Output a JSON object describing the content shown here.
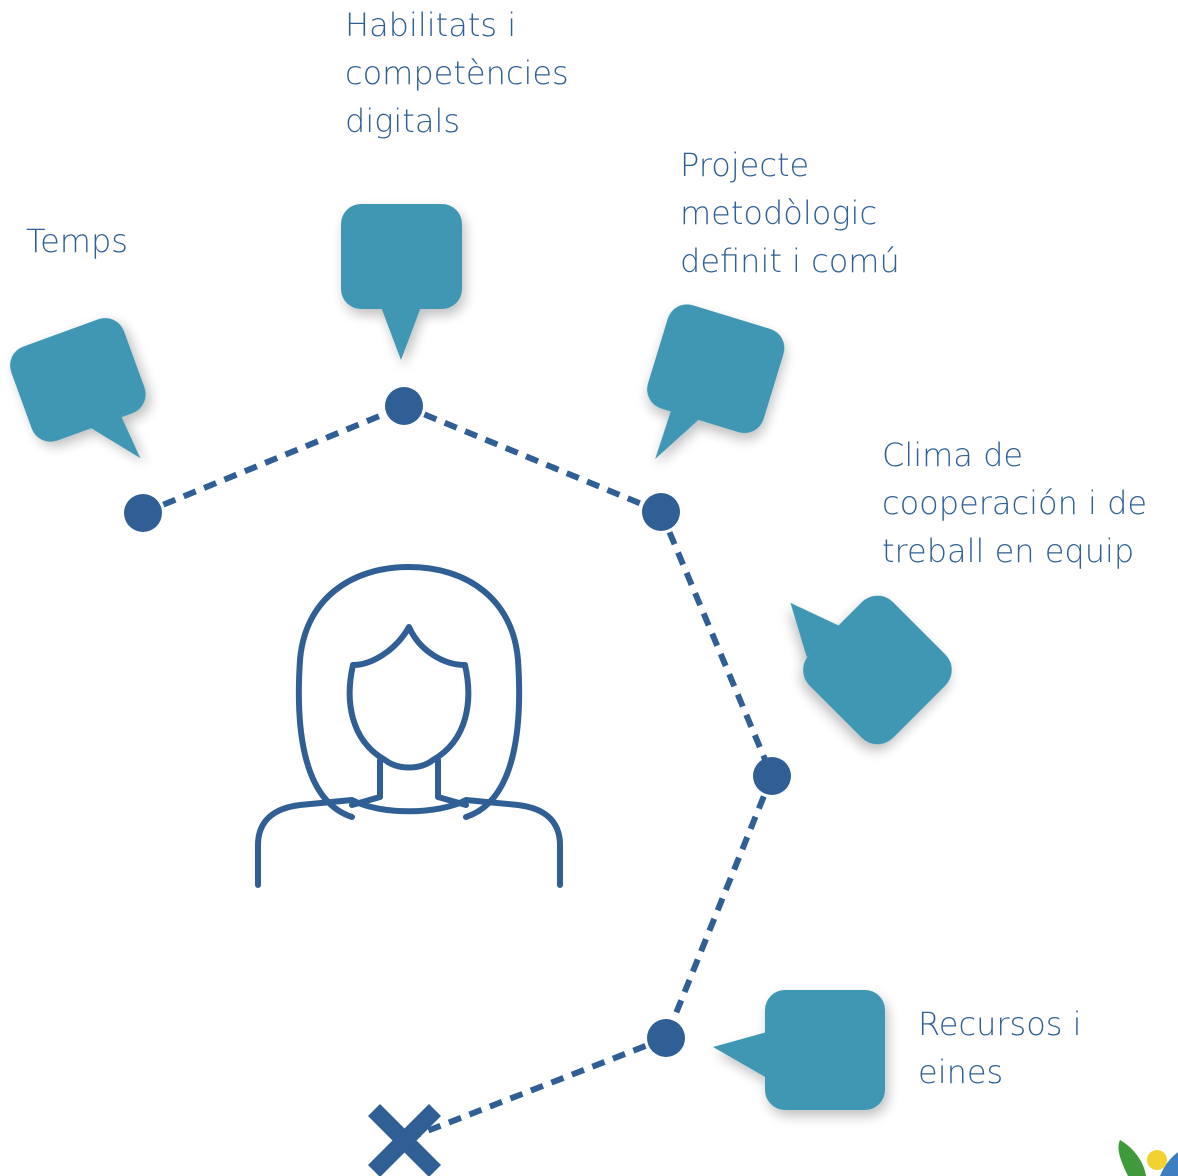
{
  "labels": {
    "temps": [
      "Temps"
    ],
    "habilitats": [
      "Habilitats i",
      "competències",
      "digitals"
    ],
    "projecte": [
      "Projecte",
      "metodòlogic",
      "definit i comú"
    ],
    "clima": [
      "Clima de",
      "cooperación i de",
      "treball en equip"
    ],
    "recursos": [
      "Recursos i",
      "eines"
    ]
  },
  "icons": {
    "person": "woman-person-icon",
    "end": "x-mark-icon",
    "bubble": "speech-bubble-icon",
    "logo": "logo-leaf-icon"
  },
  "colors": {
    "bubble": "#4197b4",
    "node": "#2f5f95",
    "line": "#2f5f95",
    "text": "#2f6095",
    "logo_green": "#3e9a3a",
    "logo_yellow": "#f2d230",
    "logo_blue": "#3d7fc0"
  }
}
